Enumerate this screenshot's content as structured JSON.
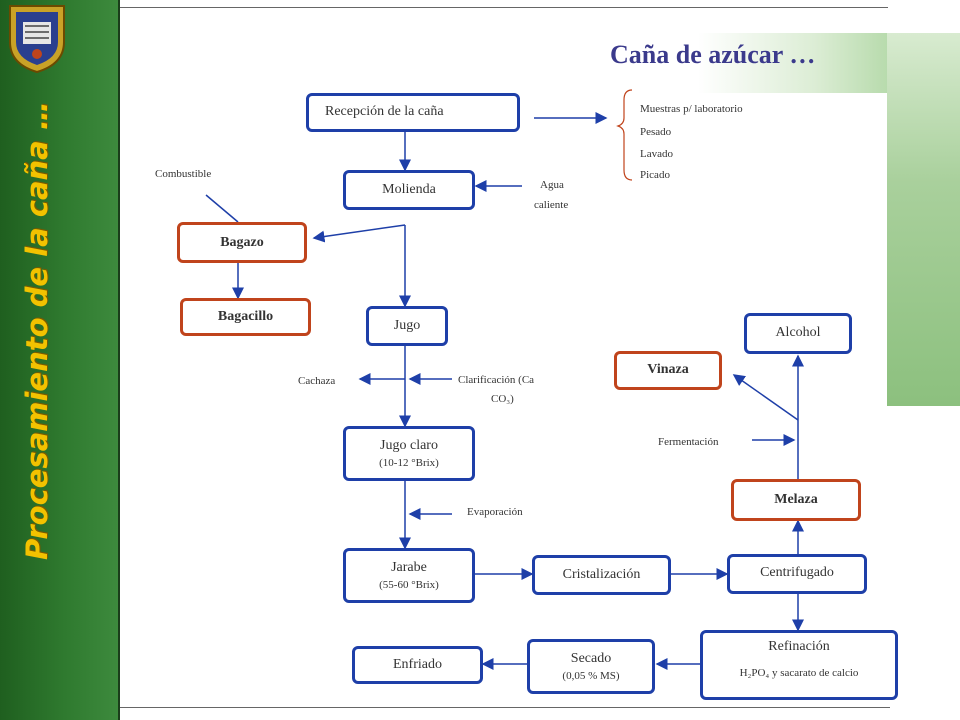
{
  "slide": {
    "title": "Caña de azúcar …",
    "side_title": "Procesamiento de la caña …"
  },
  "colors": {
    "sidebar": "#2f7a2f",
    "side_title": "#f2c200",
    "title": "#3b3a8c",
    "box_border": "#1e3fa8",
    "highlight_border": "#c0441c",
    "arrow": "#1e3fa8"
  },
  "nodes": {
    "recepcion": "Recepción de la caña",
    "molienda": "Molienda",
    "bagazo": "Bagazo",
    "bagacillo": "Bagacillo",
    "jugo": "Jugo",
    "jugo_claro": "Jugo claro",
    "jugo_claro_sub": "(10-12 °Brix)",
    "jarabe": "Jarabe",
    "jarabe_sub": "(55-60 °Brix)",
    "cristalizacion": "Cristalización",
    "centrifugado": "Centrifugado",
    "melaza": "Melaza",
    "alcohol": "Alcohol",
    "vinaza": "Vinaza",
    "refinacion": "Refinación",
    "refinacion_sub": "H₂PO₄ y sacarato de calcio",
    "secado": "Secado",
    "secado_sub": "(0,05 % MS)",
    "enfriado": "Enfriado"
  },
  "labels": {
    "reception_steps": [
      "Muestras p/ laboratorio",
      "Pesado",
      "Lavado",
      "Picado"
    ],
    "agua": "Agua",
    "caliente": "caliente",
    "combustible": "Combustible",
    "cachaza": "Cachaza",
    "clarificacion_1": "Clarificación (Ca",
    "clarificacion_2": "CO₃)",
    "evaporacion": "Evaporación",
    "fermentacion": "Fermentación"
  }
}
